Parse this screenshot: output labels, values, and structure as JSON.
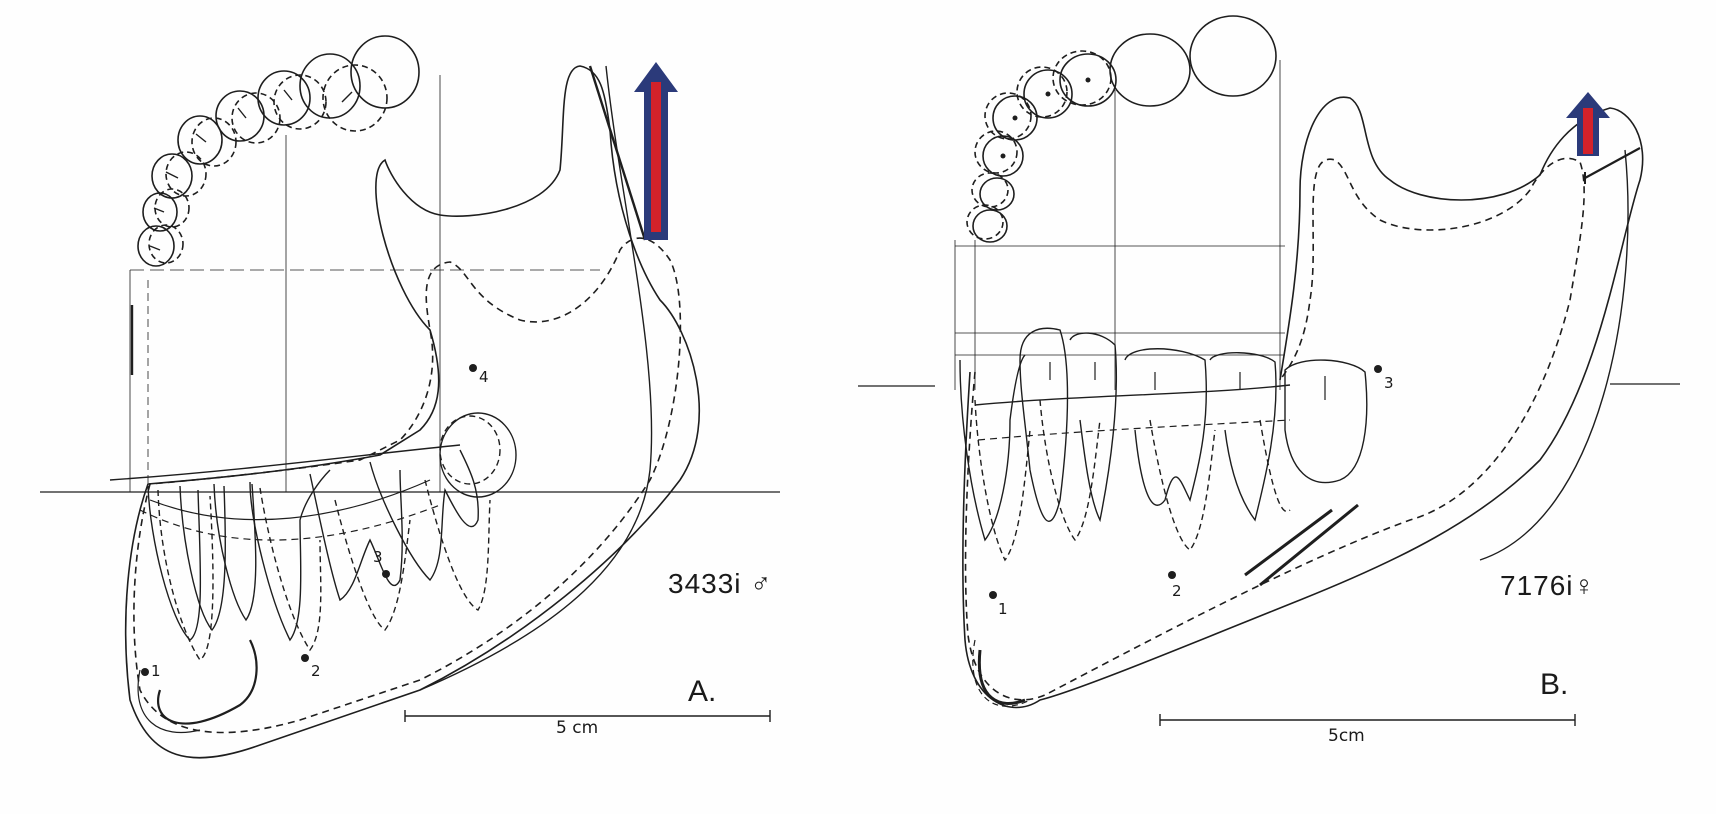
{
  "figure": {
    "panels": [
      {
        "id": "A",
        "panel_label": "A.",
        "specimen_label": "3433i ♂",
        "scale_label": "5 cm",
        "points": [
          "1",
          "2",
          "3",
          "4"
        ],
        "arrow_color_outer": "#2b3a7a",
        "arrow_color_inner": "#d3222a"
      },
      {
        "id": "B",
        "panel_label": "B.",
        "specimen_label": "7176i♀",
        "scale_label": "5cm",
        "points": [
          "1",
          "2",
          "3"
        ],
        "arrow_color_outer": "#2b3a7a",
        "arrow_color_inner": "#d3222a"
      }
    ],
    "line_color": "#1e1e1e"
  }
}
